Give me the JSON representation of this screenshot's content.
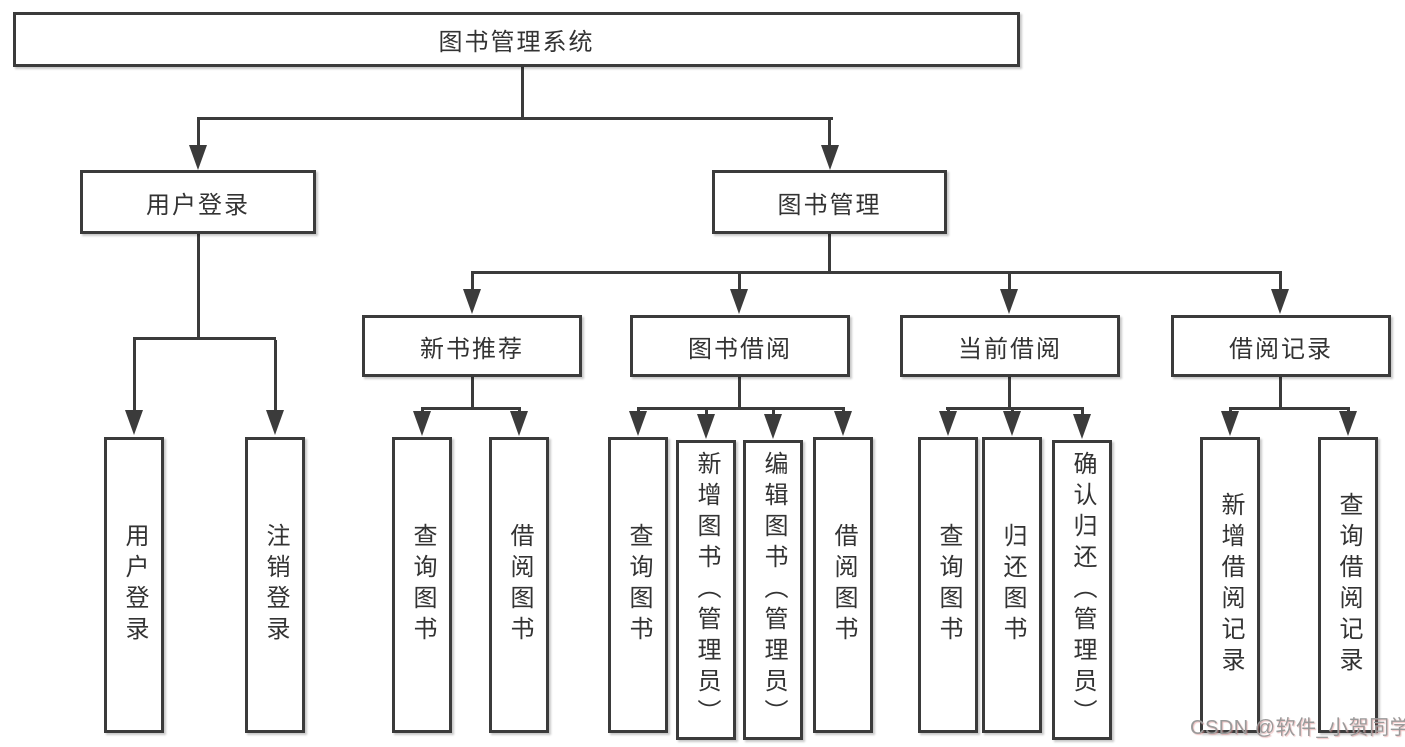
{
  "diagram": {
    "root": {
      "label": "图书管理系统"
    },
    "login": {
      "label": "用户登录",
      "children": [
        {
          "label": "用户登录"
        },
        {
          "label": "注销登录"
        }
      ]
    },
    "management": {
      "label": "图书管理",
      "sections": [
        {
          "label": "新书推荐",
          "children": [
            {
              "label": "查询图书"
            },
            {
              "label": "借阅图书"
            }
          ]
        },
        {
          "label": "图书借阅",
          "children": [
            {
              "label": "查询图书"
            },
            {
              "label": "新增图书（管理员）"
            },
            {
              "label": "编辑图书（管理员）"
            },
            {
              "label": "借阅图书"
            }
          ]
        },
        {
          "label": "当前借阅",
          "children": [
            {
              "label": "查询图书"
            },
            {
              "label": "归还图书"
            },
            {
              "label": "确认归还（管理员）"
            }
          ]
        },
        {
          "label": "借阅记录",
          "children": [
            {
              "label": "新增借阅记录"
            },
            {
              "label": "查询借阅记录"
            }
          ]
        }
      ]
    },
    "watermark": "CSDN @软件_小贺同学",
    "colors": {
      "line": "#3b3b3b",
      "text": "#333333",
      "watermark": "#9a9a9a",
      "background": "#ffffff"
    }
  }
}
